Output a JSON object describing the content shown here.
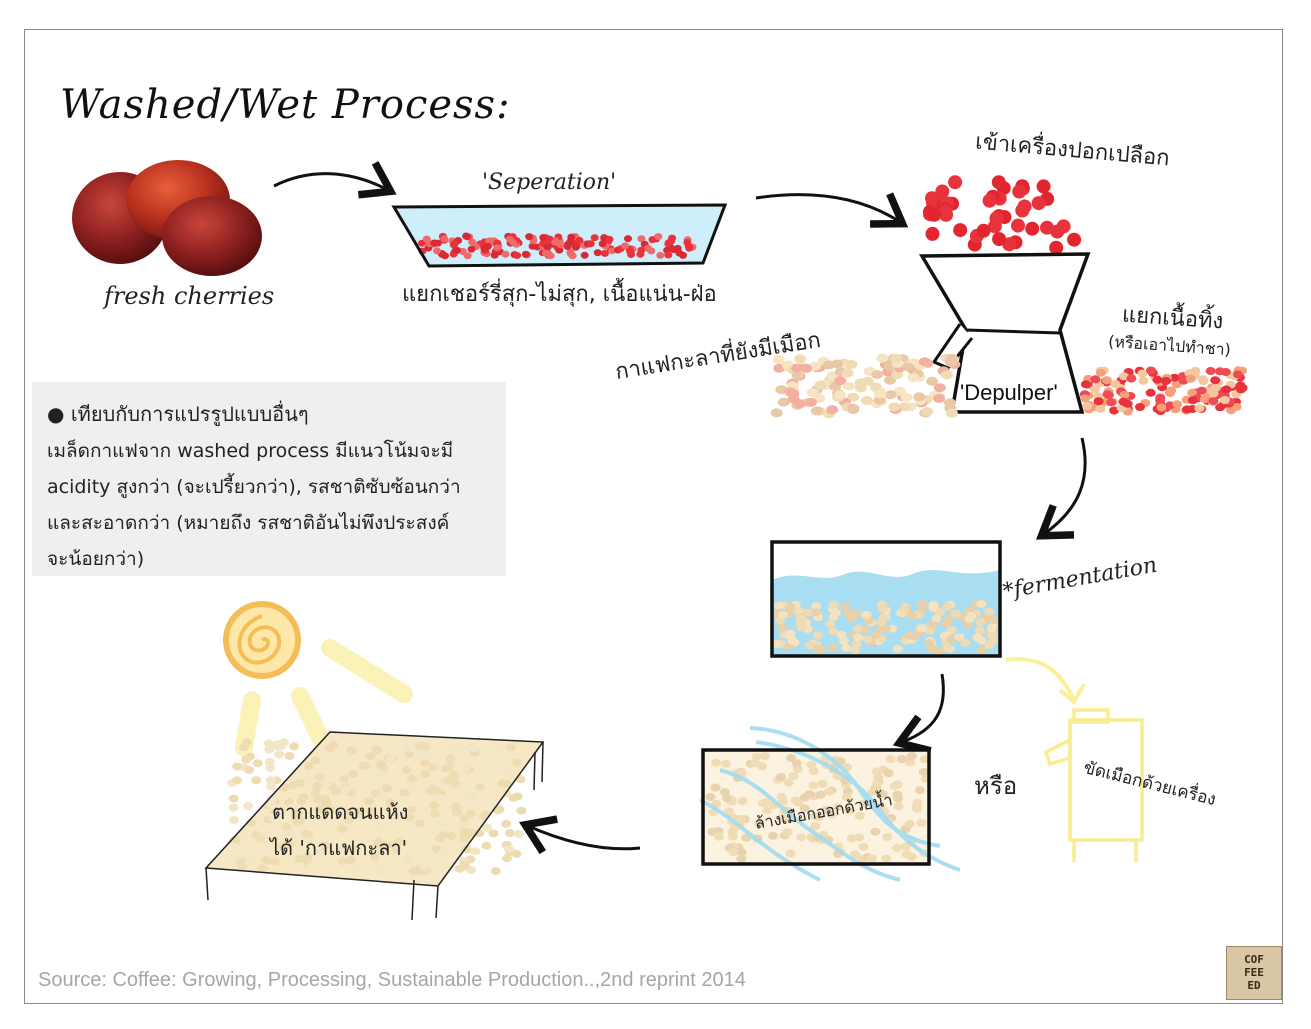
{
  "title": "Washed/Wet Process:",
  "labels": {
    "fresh_cherries": "fresh cherries",
    "separation": "'Seperation'",
    "separation_note": "แยกเชอร์รี่สุก-ไม่สุก, เนื้อแน่น-ฝ่อ",
    "pulper_in": "เข้าเครื่องปอกเปลือก",
    "depulper": "'Depulper'",
    "mucilage_beans": "กาแฟกะลาที่ยังมีเมือก",
    "pulp_discard": "แยกเนื้อทิ้ง",
    "pulp_tea": "(หรือเอาไปทำชา)",
    "fermentation": "*fermentation",
    "wash": "ล้างเมือกออกด้วยน้ำ",
    "or": "หรือ",
    "machine": "ขัดเมือกด้วยเครื่อง",
    "dry_line1": "ตากแดดจนแห้ง",
    "dry_line2": "ได้ 'กาแฟกะลา'"
  },
  "info": {
    "bullet": "เทียบกับการแปรรูปแบบอื่นๆ",
    "lines": [
      "เมล็ดกาแฟจาก washed process มีแนวโน้มจะมี",
      "acidity สูงกว่า (จะเปรี้ยวกว่า),  รสชาติซับซ้อนกว่า",
      "และสะอาดกว่า (หมายถึง รสชาติอันไม่พึงประสงค์",
      "จะน้อยกว่า)"
    ]
  },
  "source": "Source: Coffee: Growing, Processing, Sustainable Production..,2nd reprint 2014",
  "logo": [
    "COF",
    "FEE",
    "ED"
  ],
  "colors": {
    "cherry": "#8a1c1c",
    "red_bean": "#e8323c",
    "water": "#a8ddf2",
    "bean": "#f0dcb4",
    "sun": "#f7c45a",
    "machine": "#fbef9a",
    "source_text": "#a6a6a6"
  }
}
